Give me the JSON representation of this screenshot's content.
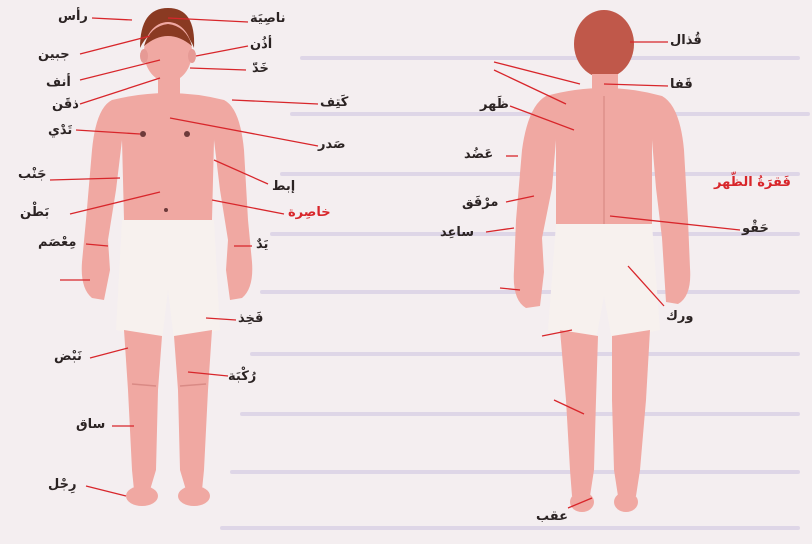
{
  "colors": {
    "skin": "#f0a8a2",
    "skin_shade": "#d98a85",
    "hair_front": "#8a3a22",
    "hair_back": "#c0584a",
    "shorts": "#f7f1ee",
    "leader_line": "#d8262b",
    "text": "#2b2323",
    "accent_red": "#d8262b"
  },
  "front_labels": {
    "head": "رأس",
    "forehead_top": "ناصِيَة",
    "forehead": "جبين",
    "ear": "أذُن",
    "nose": "أنف",
    "cheek": "خَدّ",
    "chin": "ذقَن",
    "shoulder": "كَتِف",
    "nipple": "تَدْي",
    "chest": "صَدر",
    "side": "جَنْب",
    "armpit": "إبط",
    "belly": "بَطْن",
    "waist": "خاصِرة",
    "wrist": "مِعْصَم",
    "hand": "يَدٌ",
    "thigh": "فَخِذ",
    "pulse": "نَبْض",
    "knee": "رُكْبَة",
    "shin": "ساق",
    "foot": "رِجْل"
  },
  "back_labels": {
    "hair": "قُذال",
    "nape": "قَفا",
    "back": "ظَهر",
    "upper_arm": "عَضُد",
    "spine": "فَقرَةُ الظّهر",
    "elbow": "مرْفَق",
    "lower_back": "حَقْو",
    "forearm": "ساعِد",
    "hip": "ورك",
    "heel": "عقب"
  }
}
